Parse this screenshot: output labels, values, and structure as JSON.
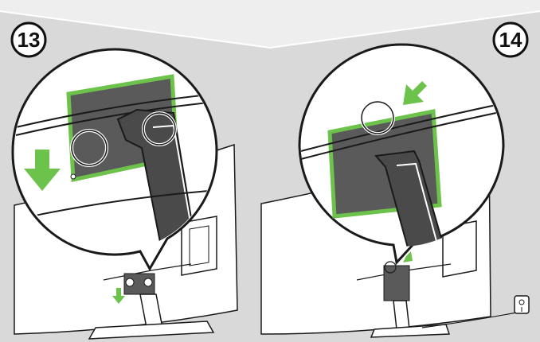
{
  "steps": [
    {
      "number": "13",
      "action": "slide-down",
      "arrow_direction": "down"
    },
    {
      "number": "14",
      "action": "hook-on",
      "arrow_direction": "down-left"
    }
  ],
  "colors": {
    "background": "#d9d9d9",
    "top_band": "#eeeeee",
    "accent_green": "#6cc24a",
    "bracket_dark": "#5a5a5a",
    "line_art": "#1a1a1a",
    "panel_white": "#ffffff"
  },
  "icons": [
    "step-number-badge",
    "down-arrow-icon",
    "diagonal-arrow-icon",
    "power-outlet-icon",
    "highlight-circle"
  ]
}
